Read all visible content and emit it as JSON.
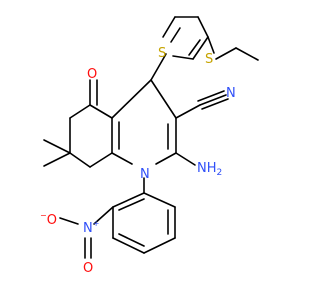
{
  "molecule": {
    "colors": {
      "bond": "#000000",
      "nitrogen": "#3050F8",
      "oxygen": "#FF0D0D",
      "sulfur": "#C6A400",
      "background": "#FFFFFF"
    },
    "atoms": {
      "sulfur_ring": "S",
      "sulfur_thioether": "S",
      "oxygen_ketone": "O",
      "nitrile_n": "N",
      "amine_n": "N",
      "amine_h": "H",
      "amine_h_count": "2",
      "ring_n": "N",
      "nitro_n": "N",
      "nitro_n_charge": "+",
      "nitro_o_left": "O",
      "nitro_o_left_charge": "−",
      "nitro_o_bottom": "O"
    }
  }
}
